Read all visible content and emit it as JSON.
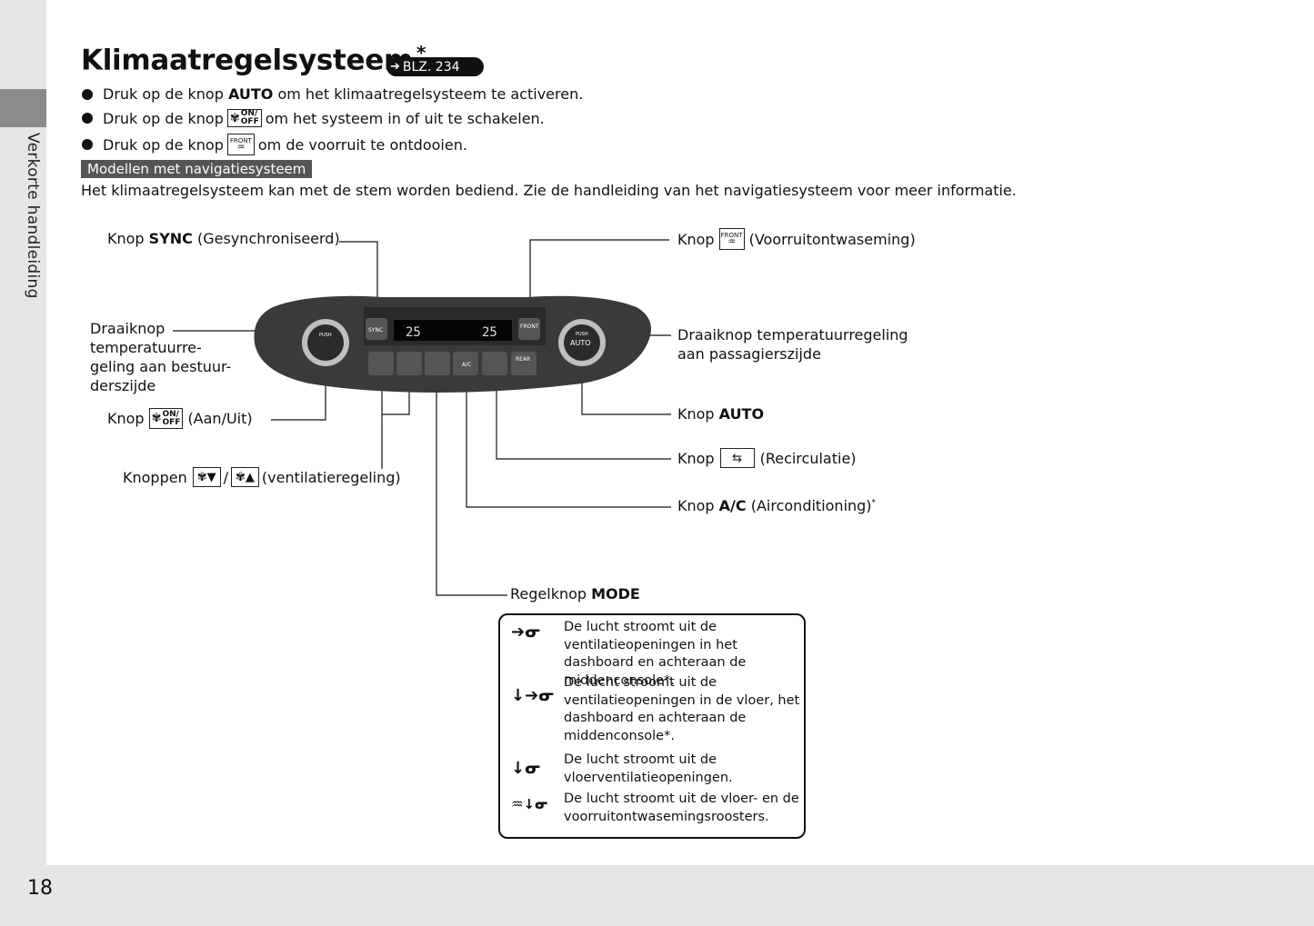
{
  "sidebar": {
    "label": "Verkorte handleiding"
  },
  "page_number": "18",
  "title": "Klimaatregelsysteem",
  "title_asterisk": "*",
  "ref_badge": "BLZ. 234",
  "bullets": [
    {
      "prefix": "Druk op de knop ",
      "bold": "AUTO",
      "suffix": " om het klimaatregelsysteem te activeren."
    },
    {
      "prefix": "Druk op de knop",
      "suffix": "om het systeem in of uit te schakelen."
    },
    {
      "prefix": "Druk op de knop",
      "suffix": "om de voorruit te ontdooien."
    }
  ],
  "icons": {
    "on": "ON/",
    "off": "OFF",
    "front": "FRONT"
  },
  "section_label": "Modellen met navigatiesysteem",
  "paragraph": "Het klimaatregelsysteem kan met de stem worden bediend. Zie de handleiding van het navigatiesysteem voor meer informatie.",
  "callouts": {
    "sync": {
      "pre": "Knop ",
      "bold": "SYNC",
      "post": " (Gesynchroniseerd)"
    },
    "front": {
      "pre": "Knop",
      "post": "(Voorruitontwaseming)"
    },
    "driver_dial": "Draaiknop temperatuurre-geling aan bestuur-derszijde",
    "driver_dial_lines": [
      "Draaiknop",
      "temperatuurre-",
      "geling aan bestuur-",
      "derszijde"
    ],
    "passenger_dial_lines": [
      "Draaiknop temperatuurregeling",
      "aan passagierszijde"
    ],
    "auto": {
      "pre": "Knop ",
      "bold": "AUTO"
    },
    "onoff": {
      "pre": "Knop",
      "post": "(Aan/Uit)"
    },
    "recirc": {
      "pre": "Knop",
      "post": "(Recirculatie)"
    },
    "fan": {
      "pre": "Knoppen",
      "sep": "/",
      "post": "(ventilatieregeling)"
    },
    "ac": {
      "pre": "Knop ",
      "bold": "A/C",
      "post": " (Airconditioning)",
      "sup": "*"
    },
    "mode": {
      "pre": "Regelknop ",
      "bold": "MODE"
    }
  },
  "panel": {
    "sync": "SYNC",
    "front": "FRONT",
    "temp_left": "25",
    "temp_right": "25",
    "auto": "AUTO",
    "ac": "A/C",
    "rear": "REAR",
    "push": "PUSH"
  },
  "mode_box": [
    {
      "icon": "dashboard-vent-icon",
      "text": "De lucht stroomt uit de ventilatieopeningen in het dashboard en achteraan de middenconsole*."
    },
    {
      "icon": "floor-dashboard-vent-icon",
      "text": "De lucht stroomt uit de ventilatieopeningen in de vloer, het dashboard en achteraan de middenconsole*."
    },
    {
      "icon": "floor-vent-icon",
      "text": "De lucht stroomt uit de vloerventilatieopeningen."
    },
    {
      "icon": "floor-defrost-icon",
      "text": "De lucht stroomt uit de vloer- en de voorruitontwasemingsroosters."
    }
  ],
  "colors": {
    "sidebar": "#e6e6e6",
    "sidebar_tab": "#8b8b8b",
    "section_label_bg": "#555555",
    "panel": "#3a3a3a"
  }
}
